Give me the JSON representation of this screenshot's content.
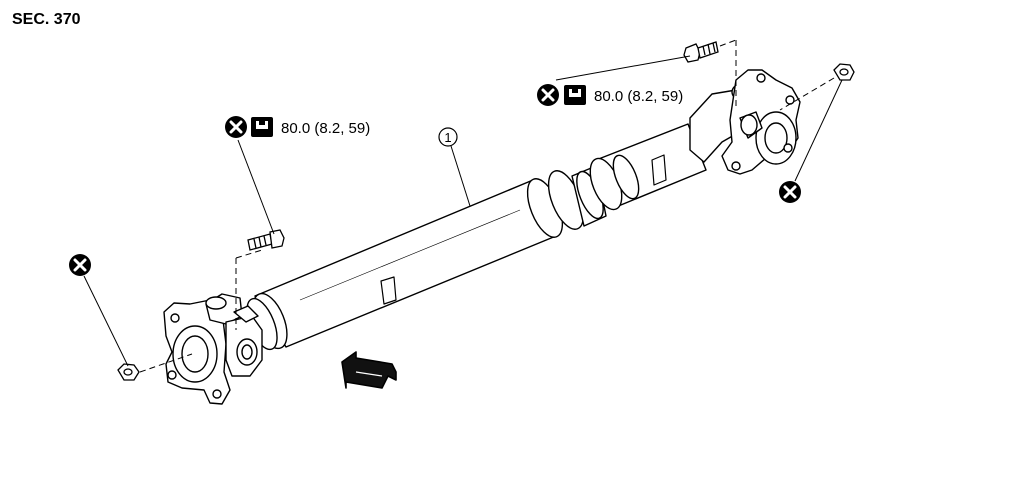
{
  "section_label": "SEC. 370",
  "callouts": [
    {
      "number": "1"
    }
  ],
  "torque_specs": [
    {
      "value": "80.0 (8.2, 59)"
    },
    {
      "value": "80.0 (8.2, 59)"
    }
  ],
  "icons": {
    "non_reusable": "x-circle-icon",
    "torque": "wrench-torque-icon",
    "front_direction": "arrow-front-icon"
  },
  "colors": {
    "line": "#000000",
    "background": "#ffffff"
  }
}
